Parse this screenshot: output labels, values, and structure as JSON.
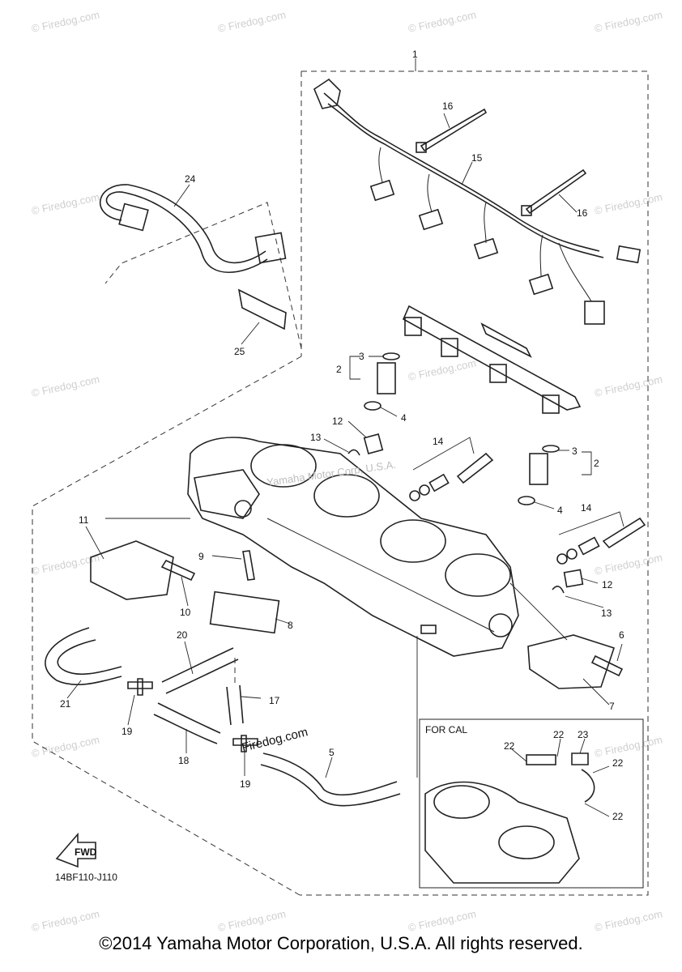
{
  "watermark_text": "© Firedog.com",
  "diagram_code": "14BF110-J110",
  "fwd_arrow_label": "FWD",
  "inset": {
    "title": "FOR CAL"
  },
  "center_watermark": "Yamaha Motor Corp, U.S.A.",
  "firedog_overlay": "Firedog.com",
  "copyright_footer": "©2014 Yamaha Motor Corporation, U.S.A. All rights reserved.",
  "callouts": [
    "1",
    "2",
    "2",
    "3",
    "3",
    "4",
    "4",
    "5",
    "6",
    "7",
    "8",
    "9",
    "10",
    "11",
    "12",
    "12",
    "13",
    "13",
    "14",
    "14",
    "15",
    "16",
    "16",
    "17",
    "18",
    "19",
    "19",
    "20",
    "21",
    "22",
    "22",
    "22",
    "22",
    "23",
    "24",
    "25"
  ]
}
